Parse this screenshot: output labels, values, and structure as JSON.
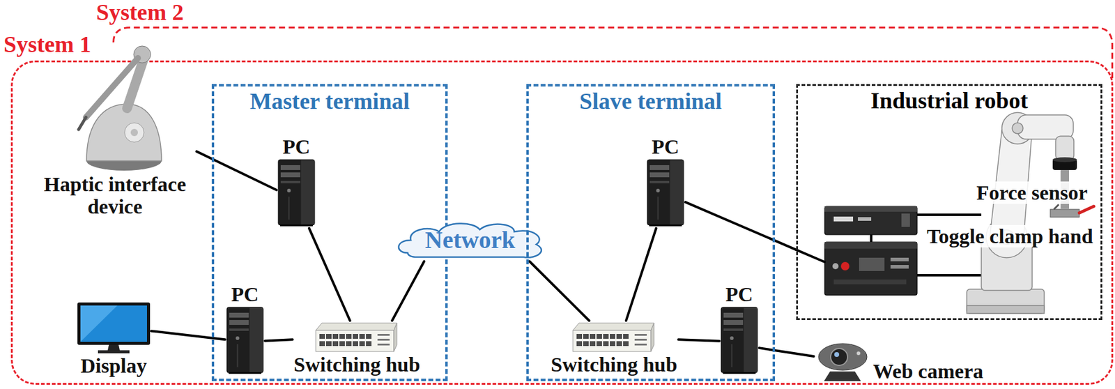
{
  "diagram": {
    "nodes": [
      {
        "text": [
          "System 2"
        ]
      },
      {
        "text": [
          "System 1"
        ]
      },
      {
        "text": [
          "Haptic interface device"
        ],
        "in": 1
      },
      {
        "text": [
          "Master terminal"
        ],
        "in": 1
      },
      {
        "text": [
          "PC"
        ],
        "in": 3
      },
      {
        "text": [
          "Display"
        ],
        "in": 1
      },
      {
        "text": [
          "PC"
        ],
        "in": 3
      },
      {
        "text": [
          "Switching hub"
        ],
        "in": 3
      },
      {
        "text": [
          "Network"
        ],
        "in": 1
      },
      {
        "text": [
          "Slave terminal"
        ],
        "in": 1
      },
      {
        "text": [
          "PC"
        ],
        "in": 9
      },
      {
        "text": [
          "Industrial robot"
        ],
        "in": 1
      },
      {
        "text": [
          "Switching hub"
        ],
        "in": 9
      },
      {
        "text": [
          "PC"
        ],
        "in": 9
      },
      {
        "text": [
          "Web camera"
        ],
        "in": 1
      }
    ],
    "edges": [
      {
        "from": 2,
        "to": 4,
        "arrow": "none"
      },
      {
        "from": 4,
        "to": 7,
        "arrow": "none"
      },
      {
        "from": 5,
        "to": 6,
        "arrow": "none"
      },
      {
        "from": 6,
        "to": 7,
        "arrow": "none"
      },
      {
        "from": 7,
        "to": 8,
        "arrow": "none"
      },
      {
        "from": 8,
        "to": 12,
        "arrow": "none"
      },
      {
        "from": 12,
        "to": 10,
        "arrow": "none"
      },
      {
        "from": 12,
        "to": 13,
        "arrow": "none"
      },
      {
        "from": 13,
        "to": 14,
        "arrow": "none"
      },
      {
        "from": 10,
        "to": 11,
        "arrow": "none"
      }
    ],
    "labels": [
      "Force sensor",
      "Toggle clamp hand"
    ]
  }
}
